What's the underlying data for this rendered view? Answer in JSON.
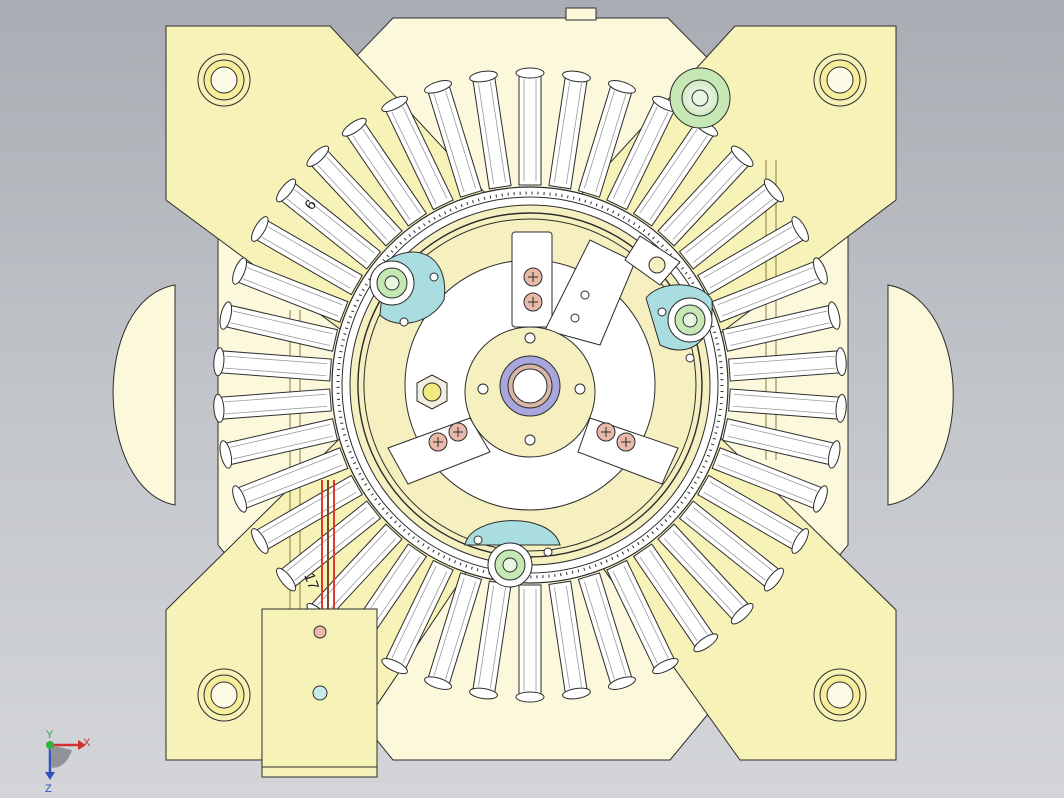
{
  "view": {
    "part_labels": [
      "6",
      "17"
    ],
    "triad": {
      "x_label": "X",
      "y_label": "Y",
      "z_label": "Z"
    }
  },
  "colors": {
    "background_top": "#a9adb3",
    "part_yellow": "#f7f3b8",
    "plate_cream": "#fbf8dc",
    "white_part": "#ffffff",
    "hub_yellow": "#f6f0c0",
    "cyan_washer": "#a9dde0",
    "green_bearing": "#c5e8b5",
    "lavender_bearing": "#a9a6dd",
    "screw_pink": "#e8b8a8",
    "wire_red": "#e03a2a",
    "outline": "#2c2c2c"
  },
  "model": {
    "fin_count": 42,
    "mount_holes": 4
  }
}
